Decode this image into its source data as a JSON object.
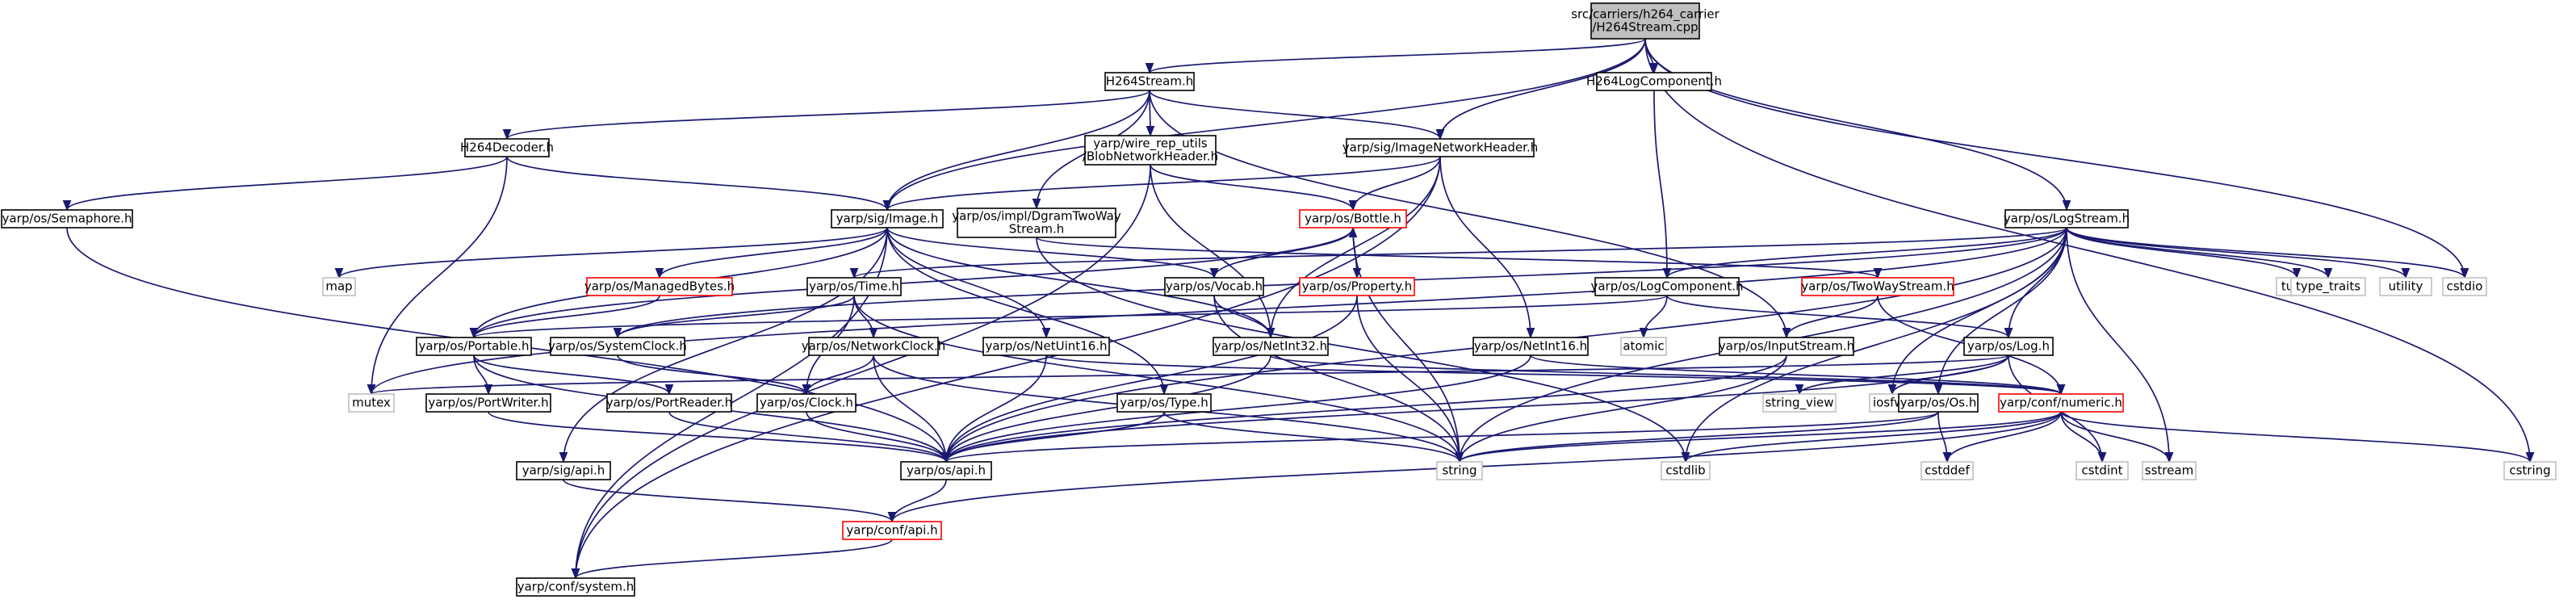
{
  "graph": {
    "title": "src/carriers/h264_carrier/H264Stream.cpp",
    "colors": {
      "root_fill": "#bfbfbf",
      "node_stroke": "#000000",
      "incomplete_stroke": "#ff0000",
      "external_stroke": "#bfbfbf",
      "external_text": "#404040",
      "edge": "#191970",
      "edge_red": "#8b1a1a"
    },
    "nodes": [
      {
        "id": "root",
        "lines": [
          "src/carriers/h264_carrier",
          "/H264Stream.cpp"
        ],
        "kind": "root"
      },
      {
        "id": "h264stream_h",
        "lines": [
          "H264Stream.h"
        ],
        "kind": "normal"
      },
      {
        "id": "h264logcomponent_h",
        "lines": [
          "H264LogComponent.h"
        ],
        "kind": "normal"
      },
      {
        "id": "h264decoder_h",
        "lines": [
          "H264Decoder.h"
        ],
        "kind": "normal"
      },
      {
        "id": "blobnetworkheader_h",
        "lines": [
          "yarp/wire_rep_utils",
          "/BlobNetworkHeader.h"
        ],
        "kind": "normal"
      },
      {
        "id": "imagenetworkheader_h",
        "lines": [
          "yarp/sig/ImageNetworkHeader.h"
        ],
        "kind": "normal"
      },
      {
        "id": "semaphore_h",
        "lines": [
          "yarp/os/Semaphore.h"
        ],
        "kind": "normal"
      },
      {
        "id": "image_h",
        "lines": [
          "yarp/sig/Image.h"
        ],
        "kind": "normal"
      },
      {
        "id": "dgramtwoway_h",
        "lines": [
          "yarp/os/impl/DgramTwoWay",
          "Stream.h"
        ],
        "kind": "normal"
      },
      {
        "id": "bottle_h",
        "lines": [
          "yarp/os/Bottle.h"
        ],
        "kind": "incomplete"
      },
      {
        "id": "logstream_h",
        "lines": [
          "yarp/os/LogStream.h"
        ],
        "kind": "normal"
      },
      {
        "id": "managedbytes_h",
        "lines": [
          "yarp/os/ManagedBytes.h"
        ],
        "kind": "incomplete"
      },
      {
        "id": "map",
        "lines": [
          "map"
        ],
        "kind": "external"
      },
      {
        "id": "time_h",
        "lines": [
          "yarp/os/Time.h"
        ],
        "kind": "normal"
      },
      {
        "id": "vocab_h",
        "lines": [
          "yarp/os/Vocab.h"
        ],
        "kind": "normal"
      },
      {
        "id": "property_h",
        "lines": [
          "yarp/os/Property.h"
        ],
        "kind": "incomplete"
      },
      {
        "id": "logcomponent_h",
        "lines": [
          "yarp/os/LogComponent.h"
        ],
        "kind": "normal"
      },
      {
        "id": "twowaystream_h",
        "lines": [
          "yarp/os/TwoWayStream.h"
        ],
        "kind": "incomplete"
      },
      {
        "id": "tuple",
        "lines": [
          "tuple"
        ],
        "kind": "external"
      },
      {
        "id": "type_traits",
        "lines": [
          "type_traits"
        ],
        "kind": "external"
      },
      {
        "id": "utility",
        "lines": [
          "utility"
        ],
        "kind": "external"
      },
      {
        "id": "cstdio",
        "lines": [
          "cstdio"
        ],
        "kind": "external"
      },
      {
        "id": "portable_h",
        "lines": [
          "yarp/os/Portable.h"
        ],
        "kind": "normal"
      },
      {
        "id": "systemclock_h",
        "lines": [
          "yarp/os/SystemClock.h"
        ],
        "kind": "normal"
      },
      {
        "id": "networkclock_h",
        "lines": [
          "yarp/os/NetworkClock.h"
        ],
        "kind": "normal"
      },
      {
        "id": "netuint16_h",
        "lines": [
          "yarp/os/NetUint16.h"
        ],
        "kind": "normal"
      },
      {
        "id": "netint32_h",
        "lines": [
          "yarp/os/NetInt32.h"
        ],
        "kind": "normal"
      },
      {
        "id": "netint16_h",
        "lines": [
          "yarp/os/NetInt16.h"
        ],
        "kind": "normal"
      },
      {
        "id": "atomic",
        "lines": [
          "atomic"
        ],
        "kind": "external"
      },
      {
        "id": "inputstream_h",
        "lines": [
          "yarp/os/InputStream.h"
        ],
        "kind": "normal"
      },
      {
        "id": "log_h",
        "lines": [
          "yarp/os/Log.h"
        ],
        "kind": "normal"
      },
      {
        "id": "mutex",
        "lines": [
          "mutex"
        ],
        "kind": "external"
      },
      {
        "id": "portwriter_h",
        "lines": [
          "yarp/os/PortWriter.h"
        ],
        "kind": "normal"
      },
      {
        "id": "portreader_h",
        "lines": [
          "yarp/os/PortReader.h"
        ],
        "kind": "normal"
      },
      {
        "id": "clock_h",
        "lines": [
          "yarp/os/Clock.h"
        ],
        "kind": "normal"
      },
      {
        "id": "type_h",
        "lines": [
          "yarp/os/Type.h"
        ],
        "kind": "normal"
      },
      {
        "id": "string_view",
        "lines": [
          "string_view"
        ],
        "kind": "external"
      },
      {
        "id": "iosfwd",
        "lines": [
          "iosfwd"
        ],
        "kind": "external"
      },
      {
        "id": "os_h",
        "lines": [
          "yarp/os/Os.h"
        ],
        "kind": "normal"
      },
      {
        "id": "numeric_h",
        "lines": [
          "yarp/conf/numeric.h"
        ],
        "kind": "incomplete"
      },
      {
        "id": "sigapi_h",
        "lines": [
          "yarp/sig/api.h"
        ],
        "kind": "normal"
      },
      {
        "id": "osapi_h",
        "lines": [
          "yarp/os/api.h"
        ],
        "kind": "normal"
      },
      {
        "id": "string",
        "lines": [
          "string"
        ],
        "kind": "external"
      },
      {
        "id": "cstdlib",
        "lines": [
          "cstdlib"
        ],
        "kind": "external"
      },
      {
        "id": "cstddef",
        "lines": [
          "cstddef"
        ],
        "kind": "external"
      },
      {
        "id": "cstdint",
        "lines": [
          "cstdint"
        ],
        "kind": "external"
      },
      {
        "id": "sstream",
        "lines": [
          "sstream"
        ],
        "kind": "external"
      },
      {
        "id": "cstring",
        "lines": [
          "cstring"
        ],
        "kind": "external"
      },
      {
        "id": "confapi_h",
        "lines": [
          "yarp/conf/api.h"
        ],
        "kind": "incomplete"
      },
      {
        "id": "system_h",
        "lines": [
          "yarp/conf/system.h"
        ],
        "kind": "normal"
      }
    ],
    "edges": [
      [
        "root",
        "h264stream_h"
      ],
      [
        "root",
        "h264logcomponent_h"
      ],
      [
        "root",
        "image_h"
      ],
      [
        "root",
        "imagenetworkheader_h"
      ],
      [
        "root",
        "logstream_h"
      ],
      [
        "root",
        "cstdio"
      ],
      [
        "root",
        "cstring"
      ],
      [
        "h264stream_h",
        "h264decoder_h"
      ],
      [
        "h264stream_h",
        "blobnetworkheader_h"
      ],
      [
        "h264stream_h",
        "imagenetworkheader_h"
      ],
      [
        "h264stream_h",
        "image_h"
      ],
      [
        "h264stream_h",
        "dgramtwoway_h"
      ],
      [
        "h264stream_h",
        "inputstream_h"
      ],
      [
        "h264logcomponent_h",
        "logcomponent_h"
      ],
      [
        "h264decoder_h",
        "semaphore_h"
      ],
      [
        "h264decoder_h",
        "image_h"
      ],
      [
        "h264decoder_h",
        "mutex"
      ],
      [
        "blobnetworkheader_h",
        "bottle_h"
      ],
      [
        "blobnetworkheader_h",
        "netint32_h"
      ],
      [
        "blobnetworkheader_h",
        "system_h"
      ],
      [
        "imagenetworkheader_h",
        "image_h"
      ],
      [
        "imagenetworkheader_h",
        "bottle_h"
      ],
      [
        "imagenetworkheader_h",
        "netint16_h"
      ],
      [
        "imagenetworkheader_h",
        "netint32_h"
      ],
      [
        "imagenetworkheader_h",
        "system_h"
      ],
      [
        "semaphore_h",
        "osapi_h"
      ],
      [
        "image_h",
        "managedbytes_h"
      ],
      [
        "image_h",
        "map"
      ],
      [
        "image_h",
        "portable_h"
      ],
      [
        "image_h",
        "vocab_h"
      ],
      [
        "image_h",
        "netuint16_h"
      ],
      [
        "image_h",
        "netint32_h"
      ],
      [
        "image_h",
        "type_h"
      ],
      [
        "image_h",
        "sigapi_h"
      ],
      [
        "image_h",
        "system_h"
      ],
      [
        "dgramtwoway_h",
        "twowaystream_h"
      ],
      [
        "dgramtwoway_h",
        "cstdlib"
      ],
      [
        "bottle_h",
        "property_h"
      ],
      [
        "bottle_h",
        "vocab_h"
      ],
      [
        "bottle_h",
        "portable_h"
      ],
      [
        "bottle_h",
        "string"
      ],
      [
        "property_h",
        "bottle_h"
      ],
      [
        "property_h",
        "osapi_h"
      ],
      [
        "property_h",
        "string"
      ],
      [
        "logstream_h",
        "logcomponent_h"
      ],
      [
        "logstream_h",
        "time_h"
      ],
      [
        "logstream_h",
        "systemclock_h"
      ],
      [
        "logstream_h",
        "log_h"
      ],
      [
        "logstream_h",
        "os_h"
      ],
      [
        "logstream_h",
        "osapi_h"
      ],
      [
        "logstream_h",
        "string"
      ],
      [
        "logstream_h",
        "tuple"
      ],
      [
        "logstream_h",
        "type_traits"
      ],
      [
        "logstream_h",
        "utility"
      ],
      [
        "logstream_h",
        "cstdio"
      ],
      [
        "logstream_h",
        "sstream"
      ],
      [
        "logstream_h",
        "iosfwd"
      ],
      [
        "logstream_h",
        "mutex"
      ],
      [
        "logstream_h",
        "cstdlib"
      ],
      [
        "managedbytes_h",
        "portable_h"
      ],
      [
        "time_h",
        "networkclock_h"
      ],
      [
        "time_h",
        "systemclock_h"
      ],
      [
        "time_h",
        "clock_h"
      ],
      [
        "time_h",
        "string"
      ],
      [
        "vocab_h",
        "netint32_h"
      ],
      [
        "vocab_h",
        "string"
      ],
      [
        "logcomponent_h",
        "log_h"
      ],
      [
        "logcomponent_h",
        "atomic"
      ],
      [
        "logcomponent_h",
        "portable_h"
      ],
      [
        "twowaystream_h",
        "inputstream_h"
      ],
      [
        "twowaystream_h",
        "numeric_h"
      ],
      [
        "portable_h",
        "portwriter_h"
      ],
      [
        "portable_h",
        "portreader_h"
      ],
      [
        "portable_h",
        "osapi_h"
      ],
      [
        "systemclock_h",
        "clock_h"
      ],
      [
        "networkclock_h",
        "clock_h"
      ],
      [
        "networkclock_h",
        "osapi_h"
      ],
      [
        "networkclock_h",
        "string"
      ],
      [
        "netuint16_h",
        "osapi_h"
      ],
      [
        "netuint16_h",
        "numeric_h"
      ],
      [
        "netint32_h",
        "osapi_h"
      ],
      [
        "netint32_h",
        "numeric_h"
      ],
      [
        "netint16_h",
        "osapi_h"
      ],
      [
        "netint16_h",
        "numeric_h"
      ],
      [
        "inputstream_h",
        "osapi_h"
      ],
      [
        "inputstream_h",
        "string"
      ],
      [
        "log_h",
        "mutex"
      ],
      [
        "log_h",
        "string_view"
      ],
      [
        "log_h",
        "iosfwd"
      ],
      [
        "log_h",
        "cstdint"
      ],
      [
        "log_h",
        "osapi_h"
      ],
      [
        "portwriter_h",
        "osapi_h"
      ],
      [
        "portreader_h",
        "osapi_h"
      ],
      [
        "clock_h",
        "osapi_h"
      ],
      [
        "type_h",
        "string"
      ],
      [
        "type_h",
        "osapi_h"
      ],
      [
        "os_h",
        "cstddef"
      ],
      [
        "os_h",
        "string"
      ],
      [
        "os_h",
        "osapi_h"
      ],
      [
        "numeric_h",
        "confapi_h"
      ],
      [
        "numeric_h",
        "cstdint"
      ],
      [
        "numeric_h",
        "cstring"
      ],
      [
        "numeric_h",
        "sstream"
      ],
      [
        "numeric_h",
        "cstddef"
      ],
      [
        "numeric_h",
        "cstdlib"
      ],
      [
        "numeric_h",
        "string"
      ],
      [
        "sigapi_h",
        "confapi_h"
      ],
      [
        "osapi_h",
        "confapi_h"
      ],
      [
        "confapi_h",
        "system_h"
      ]
    ]
  }
}
